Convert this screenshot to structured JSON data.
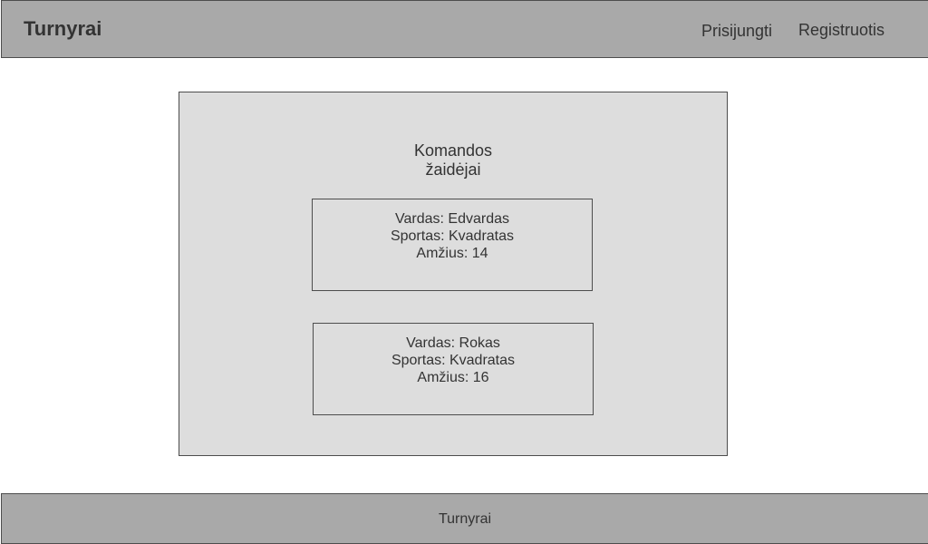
{
  "header": {
    "brand": "Turnyrai",
    "nav": {
      "login": "Prisijungti",
      "register": "Registruotis"
    }
  },
  "main": {
    "title_line1": "Komandos",
    "title_line2": "žaidėjai",
    "players": [
      {
        "name": "Vardas: Edvardas",
        "sport": "Sportas: Kvadratas",
        "age": "Amžius: 14"
      },
      {
        "name": "Vardas: Rokas",
        "sport": "Sportas: Kvadratas",
        "age": "Amžius: 16"
      }
    ]
  },
  "footer": {
    "text": "Turnyrai"
  },
  "colors": {
    "bar": "#a9a9a9",
    "panel": "#dddddd",
    "border": "#4d4d4d",
    "text": "#333333"
  }
}
